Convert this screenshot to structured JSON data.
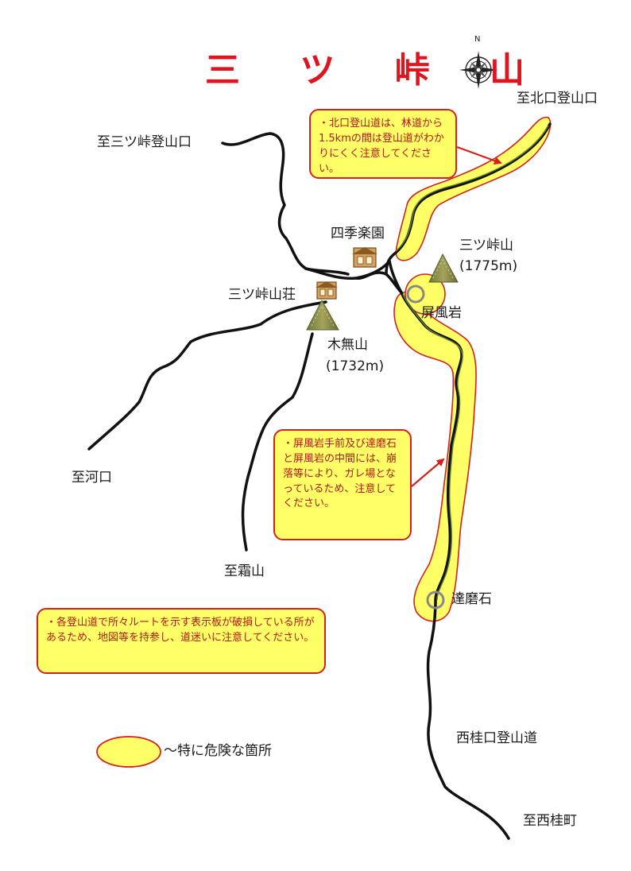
{
  "title": "三 ツ 峠 山",
  "compass": {
    "north_label": "N"
  },
  "labels": {
    "kitaguchi_trailhead": "至北口登山口",
    "mitsutoge_trailhead": "至三ツ峠登山口",
    "shikirakuen": "四季楽園",
    "mitsutoge_peak": "三ツ峠山",
    "mitsutoge_elev": "(1775m)",
    "mitsutoge_lodge": "三ツ峠山荘",
    "byobuiwa": "屏風岩",
    "kinashi_peak": "木無山",
    "kinashi_elev": "(1732m)",
    "kawaguchi": "至河口",
    "shimoyama": "至霜山",
    "darumaishi": "達磨石",
    "nishikatsura_trail": "西桂口登山道",
    "nishikatsura_town": "至西桂町"
  },
  "notes": {
    "kitaguchi": "・北口登山道は、林道から1.5kmの間は登山道がわかりにくく注意してください。",
    "byobuiwa": "・屏風岩手前及び達磨石と屏風岩の中間には、崩落等により、ガレ場となっているため、注意してください。",
    "general": "・各登山道で所々ルートを示す表示板が破損している所があるため、地図等を持参し、道迷いに注意してください。"
  },
  "legend": {
    "danger_label": "～特に危険な箇所"
  },
  "colors": {
    "title": "#e0141e",
    "hazard_fill": "#ffff66",
    "hazard_stroke": "#d42020",
    "trail": "#111111",
    "note_text": "#b01818",
    "mountain": "#8b8b4a",
    "hut": "#b07a3a"
  },
  "icons": [
    "compass-icon",
    "mountain-icon",
    "hut-icon",
    "waypoint-circle-icon",
    "arrow-icon"
  ]
}
